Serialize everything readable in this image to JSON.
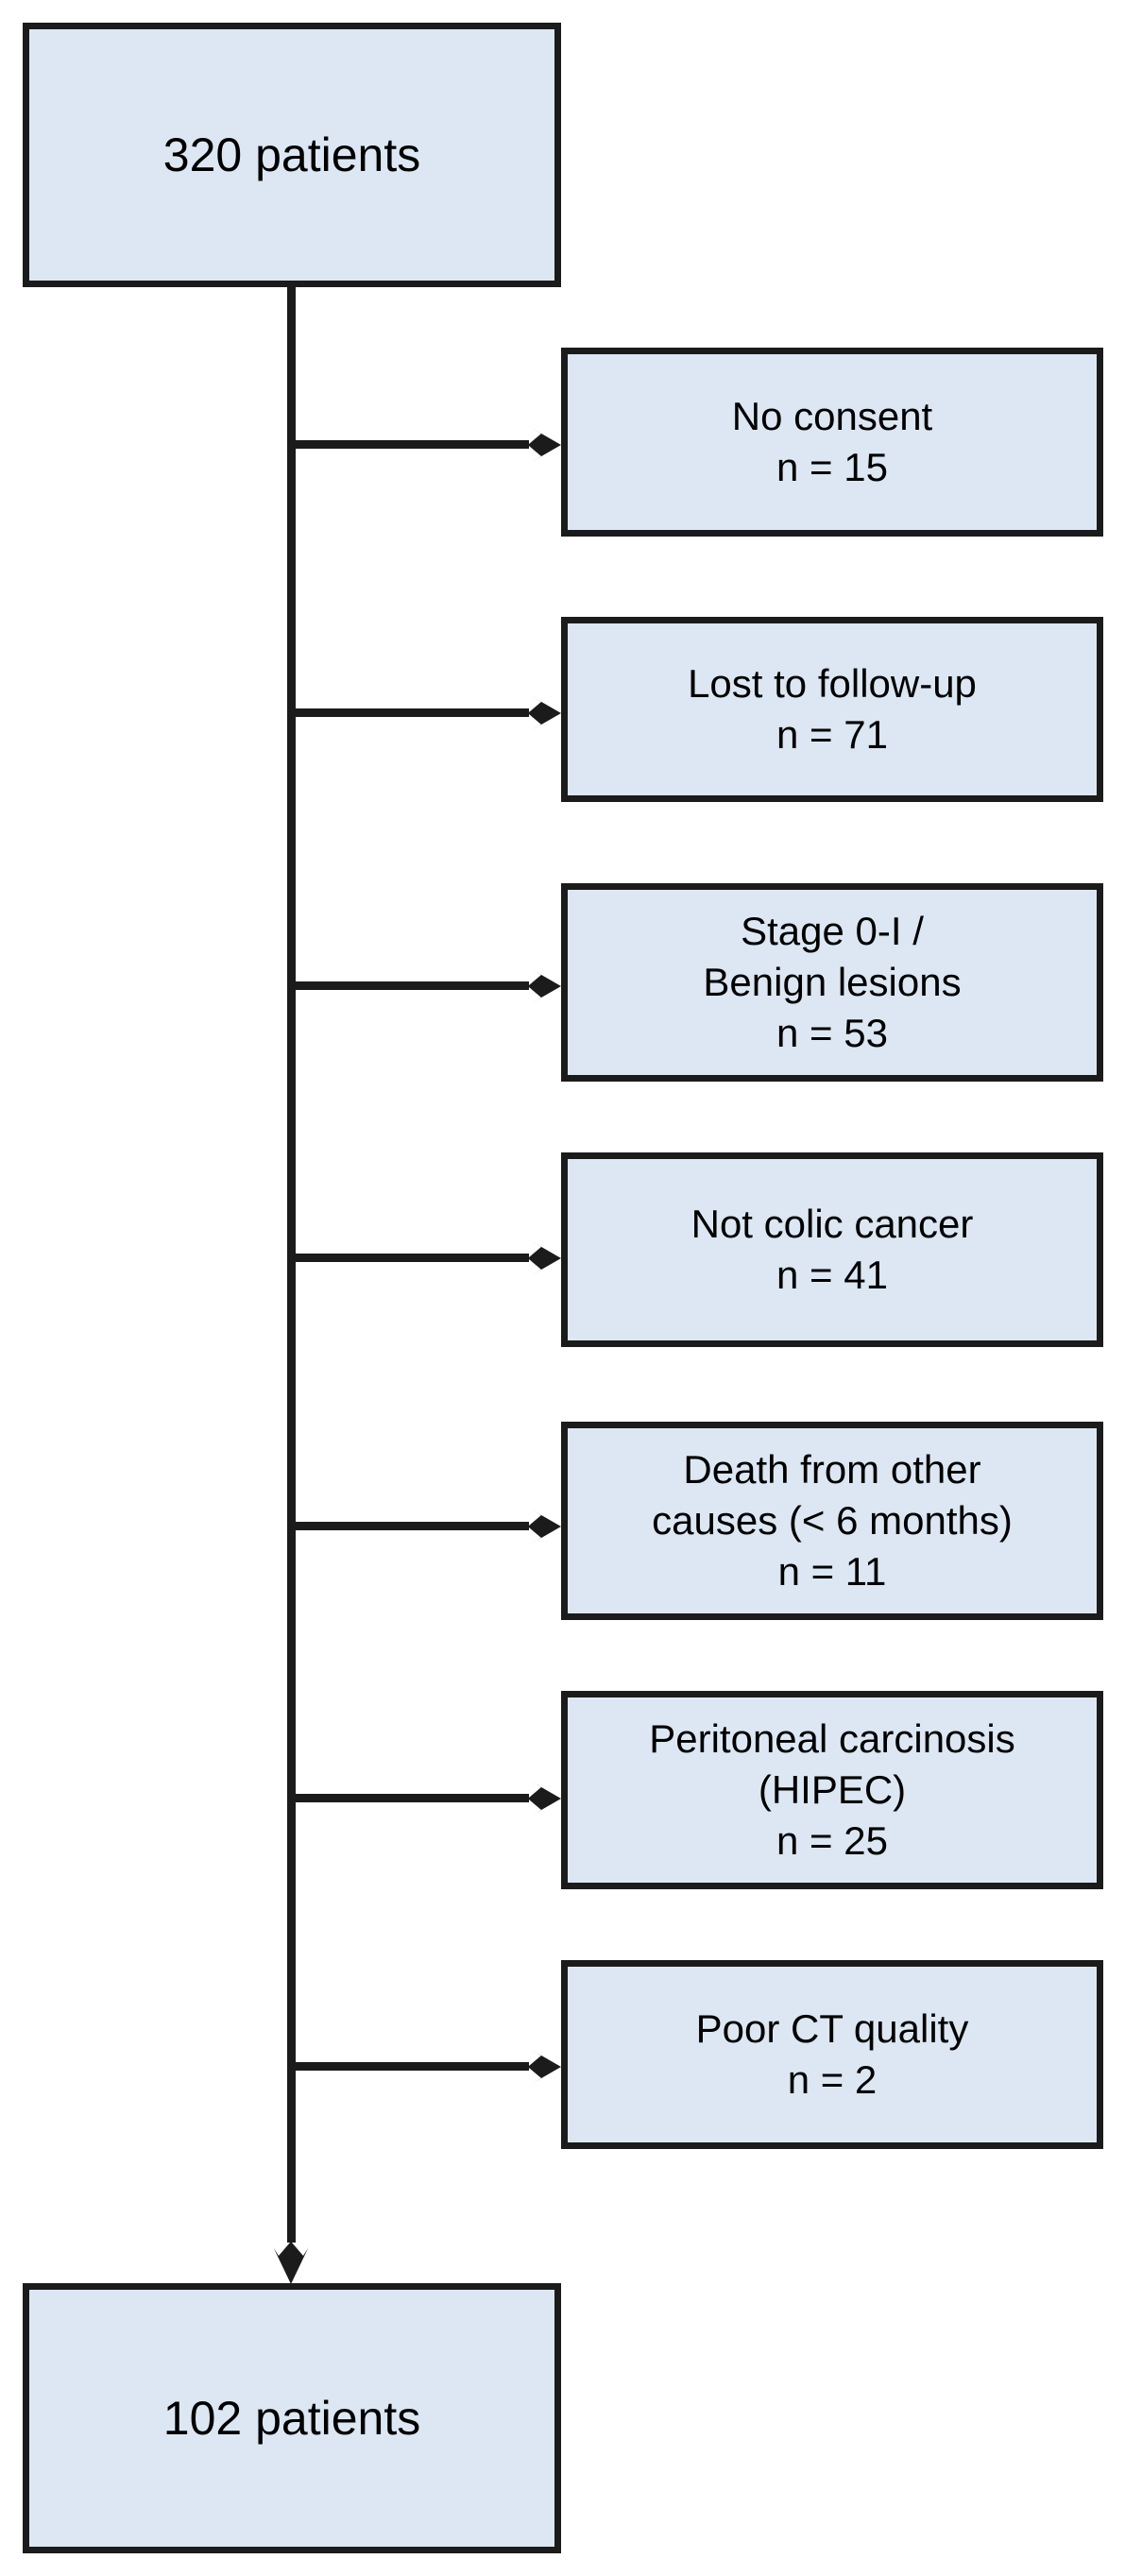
{
  "figure": {
    "type": "flowchart",
    "orientation": "vertical-with-right-exclusions",
    "fill_color": "#dce7f3",
    "stroke_color": "#1b1b1b",
    "text_color": "#000000"
  },
  "start_node": {
    "label": "320 patients",
    "count": 320
  },
  "end_node": {
    "label": "102 patients",
    "count": 102
  },
  "exclusions": [
    {
      "lines": [
        "No consent",
        "n = 15"
      ],
      "reason": "No consent",
      "n_label": "n = 15",
      "n": 15
    },
    {
      "lines": [
        "Lost to follow-up",
        "n = 71"
      ],
      "reason": "Lost to follow-up",
      "n_label": "n = 71",
      "n": 71
    },
    {
      "lines": [
        "Stage 0-I /",
        "Benign lesions",
        "n = 53"
      ],
      "reason": "Stage 0-I / Benign lesions",
      "n_label": "n = 53",
      "n": 53
    },
    {
      "lines": [
        "Not colic cancer",
        "n = 41"
      ],
      "reason": "Not colic cancer",
      "n_label": "n = 41",
      "n": 41
    },
    {
      "lines": [
        "Death from other",
        "causes (< 6 months)",
        "n = 11"
      ],
      "reason": "Death from other causes (< 6 months)",
      "n_label": "n = 11",
      "n": 11
    },
    {
      "lines": [
        "Peritoneal carcinosis",
        "(HIPEC)",
        "n = 25"
      ],
      "reason": "Peritoneal carcinosis (HIPEC)",
      "n_label": "n = 25",
      "n": 25
    },
    {
      "lines": [
        "Poor CT quality",
        "n = 2"
      ],
      "reason": "Poor CT quality",
      "n_label": "n = 2",
      "n": 2
    }
  ]
}
